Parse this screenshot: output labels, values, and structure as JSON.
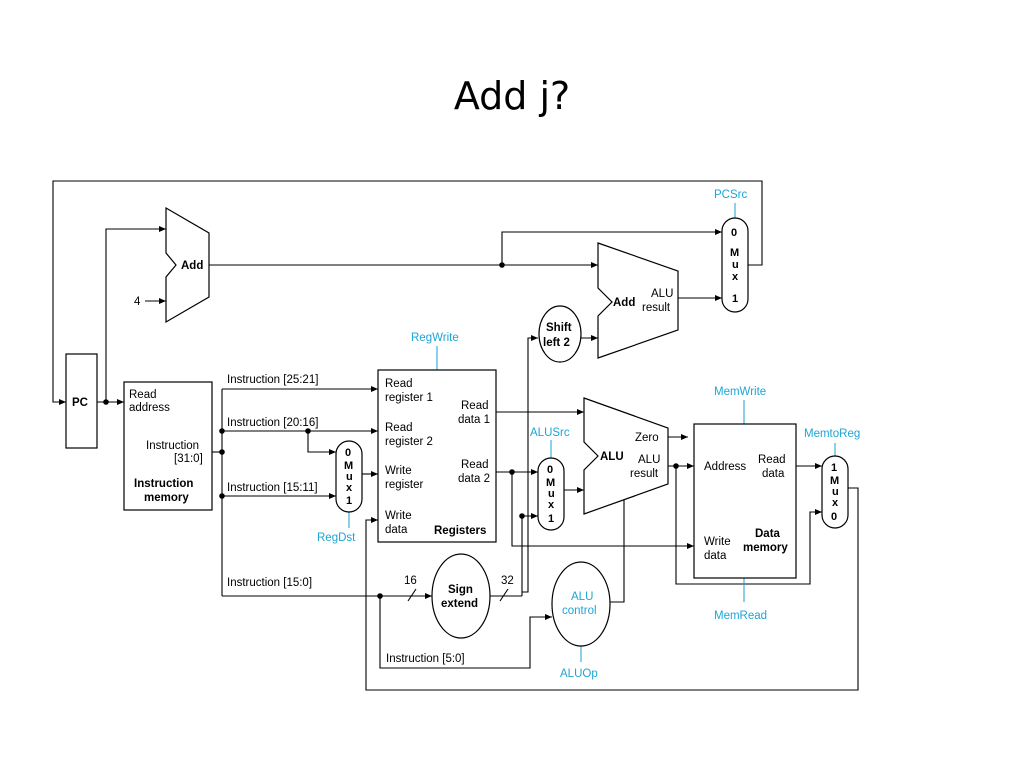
{
  "title": "Add j?",
  "diagram": {
    "pc": "PC",
    "add_top": "Add",
    "four": "4",
    "add_branch": "Add",
    "add_branch_alu": "ALU",
    "add_branch_result": "result",
    "shift_left_1": "Shift",
    "shift_left_2": "left 2",
    "instr_mem": {
      "read": "Read",
      "address": "address",
      "instruction": "Instruction",
      "range": "[31:0]",
      "name1": "Instruction",
      "name2": "memory"
    },
    "instr_fields": {
      "f25_21": "Instruction [25:21]",
      "f20_16": "Instruction [20:16]",
      "f15_11": "Instruction [15:11]",
      "f15_0": "Instruction [15:0]",
      "f5_0": "Instruction [5:0]"
    },
    "registers": {
      "rr1a": "Read",
      "rr1b": "register 1",
      "rr2a": "Read",
      "rr2b": "register 2",
      "wra": "Write",
      "wrb": "register",
      "wda": "Write",
      "wdb": "data",
      "rd1a": "Read",
      "rd1b": "data 1",
      "rd2a": "Read",
      "rd2b": "data 2",
      "name": "Registers"
    },
    "alu": {
      "name": "ALU",
      "zero": "Zero",
      "alu": "ALU",
      "result": "result"
    },
    "data_mem": {
      "address": "Address",
      "read": "Read",
      "data": "data",
      "write": "Write",
      "wdata": "data",
      "name1": "Data",
      "name2": "memory"
    },
    "sign_extend": {
      "l1": "Sign",
      "l2": "extend",
      "in_bits": "16",
      "out_bits": "32"
    },
    "alu_control": {
      "l1": "ALU",
      "l2": "control"
    },
    "mux_letters": {
      "m": "M",
      "u": "u",
      "x": "x"
    },
    "mux_pcsrc": {
      "top": "0",
      "bottom": "1"
    },
    "mux_regdst": {
      "top": "0",
      "bottom": "1"
    },
    "mux_alusrc": {
      "top": "0",
      "bottom": "1"
    },
    "mux_memtoreg": {
      "top": "1",
      "bottom": "0"
    },
    "controls": {
      "pcsrc": "PCSrc",
      "regwrite": "RegWrite",
      "regdst": "RegDst",
      "alusrc": "ALUSrc",
      "memwrite": "MemWrite",
      "memread": "MemRead",
      "memtoreg": "MemtoReg",
      "aluop": "ALUOp"
    },
    "colors": {
      "control": "#1ea5d3",
      "wire": "#000000"
    }
  }
}
